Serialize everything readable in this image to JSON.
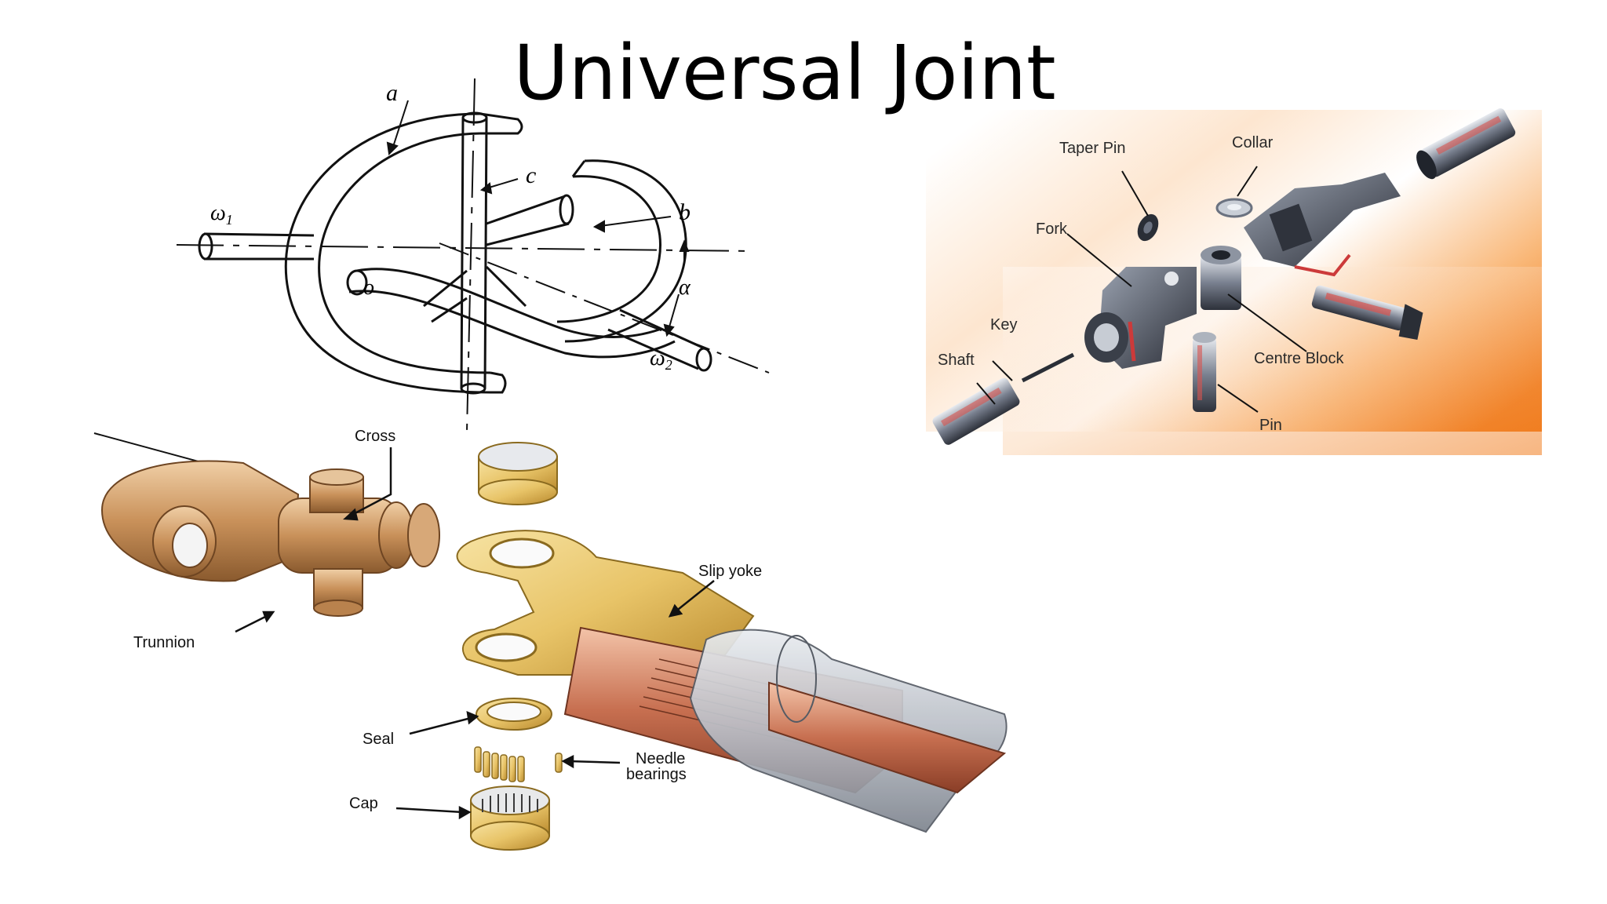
{
  "slide": {
    "title": "Universal Joint"
  },
  "schematic": {
    "labels": {
      "a": "a",
      "b": "b",
      "c": "c",
      "o": "o",
      "alpha": "α",
      "omega1": "ω",
      "omega1_sub": "1",
      "omega2": "ω",
      "omega2_sub": "2"
    }
  },
  "exploded_render": {
    "labels": {
      "taper_pin": "Taper Pin",
      "collar": "Collar",
      "fork": "Fork",
      "key": "Key",
      "shaft": "Shaft",
      "centre_block": "Centre Block",
      "pin": "Pin"
    },
    "colors": {
      "bg_light": "#ffffff",
      "bg_orange": "#f07a1a"
    }
  },
  "cross_assembly": {
    "labels": {
      "cross": "Cross",
      "trunnion": "Trunnion",
      "slip_yoke": "Slip yoke",
      "seal": "Seal",
      "needle_bearings_line1": "Needle",
      "needle_bearings_line2": "bearings",
      "cap": "Cap"
    },
    "colors": {
      "bronze": "#c9915a",
      "gold": "#e8c468",
      "steel": "#b9bec6",
      "copper": "#c76f50"
    }
  }
}
